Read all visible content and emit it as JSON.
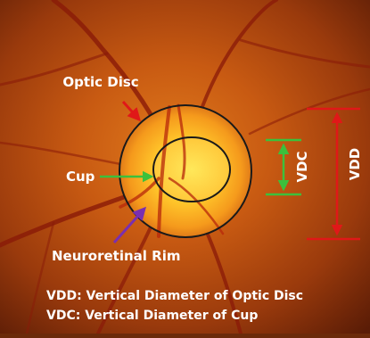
{
  "labels": {
    "optic_disc": "Optic Disc",
    "cup": "Cup",
    "neuroretinal_rim": "Neuroretinal Rim",
    "vdc": "VDC",
    "vdd": "VDD"
  },
  "legend": {
    "vdd_line": "VDD: Vertical Diameter of Optic Disc",
    "vdc_line": "VDC: Vertical Diameter of Cup"
  },
  "colors": {
    "optic_disc_arrow": "#e01818",
    "cup_arrow": "#3cc03c",
    "rim_arrow": "#7a2fb0",
    "vdc_marker": "#3cc03c",
    "vdd_marker": "#e01818",
    "outline": "#1a1a1a",
    "label_text": "#ffffff"
  }
}
